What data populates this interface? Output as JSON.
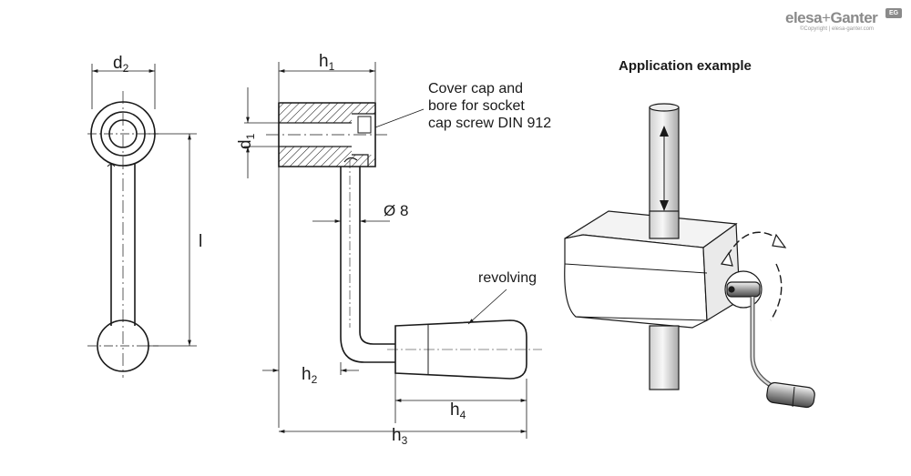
{
  "brand": {
    "name": "elesa+Ganter",
    "name_a": "elesa",
    "name_b": "Ganter",
    "badge": "EG",
    "copyright": "©Copyright | elesa-ganter.com",
    "color": "#8a8a8a"
  },
  "front_view": {
    "dim_d2": {
      "base": "d",
      "sub": "2"
    },
    "dim_l": "l"
  },
  "side_view": {
    "dim_h1": {
      "base": "h",
      "sub": "1"
    },
    "dim_d1": {
      "base": "d",
      "sub": "1"
    },
    "dim_h2": {
      "base": "h",
      "sub": "2"
    },
    "dim_h3": {
      "base": "h",
      "sub": "3"
    },
    "dim_h4": {
      "base": "h",
      "sub": "4"
    },
    "dim_dia": "Ø 8",
    "note_cover_cap": [
      "Cover cap and",
      "bore for socket",
      "cap screw DIN 912"
    ],
    "note_revolving": "revolving"
  },
  "application": {
    "title": "Application example"
  },
  "colors": {
    "line": "#1a1a1a",
    "handle_fill": "#ffffff",
    "hatch": "#1a1a1a",
    "shade": "#d8d8d8"
  }
}
